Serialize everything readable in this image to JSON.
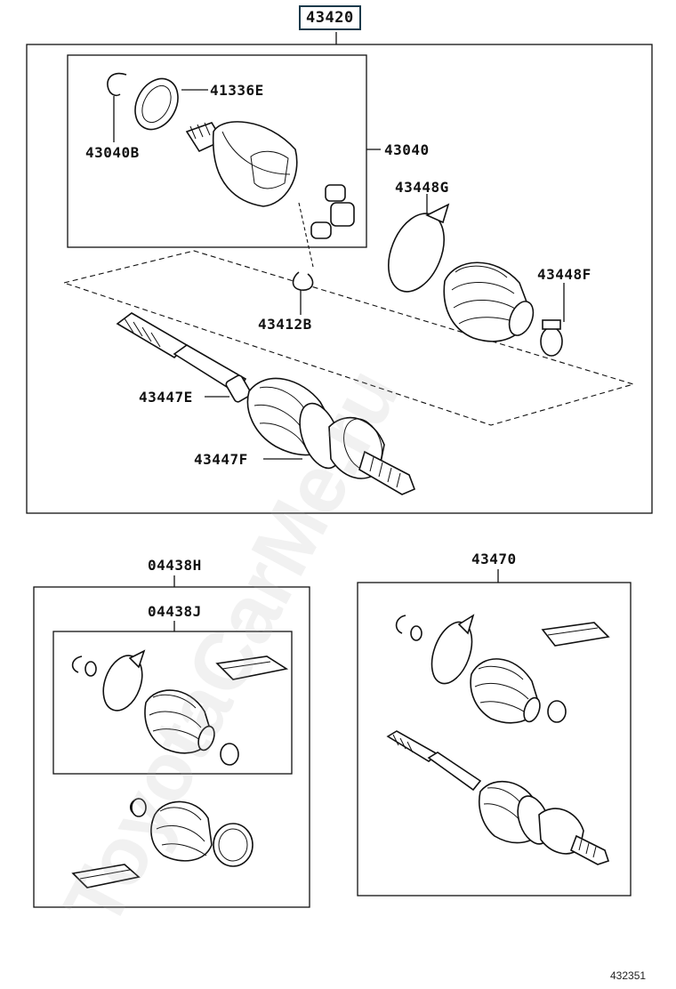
{
  "header_part": "43420",
  "labels": {
    "l41336e": "41336E",
    "l43040b": "43040B",
    "l43040": "43040",
    "l43448g": "43448G",
    "l43448f": "43448F",
    "l43412b": "43412B",
    "l43447e": "43447E",
    "l43447f": "43447F",
    "l04438h": "04438H",
    "l04438j": "04438J",
    "l43470": "43470"
  },
  "diagram_code": "432351",
  "watermark": "ToyotaCarMe.ru"
}
